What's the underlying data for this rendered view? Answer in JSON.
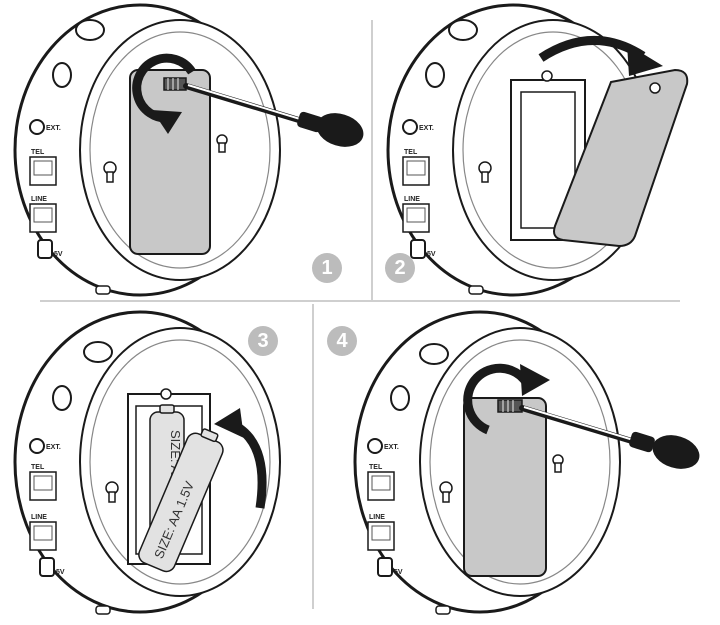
{
  "steps": [
    {
      "number": "1",
      "action": "unscrew"
    },
    {
      "number": "2",
      "action": "remove-cover"
    },
    {
      "number": "3",
      "action": "insert-battery"
    },
    {
      "number": "4",
      "action": "screw"
    }
  ],
  "device": {
    "port_ext": "EXT.",
    "port_tel": "TEL",
    "port_line": "LINE",
    "port_power": "5V"
  },
  "battery": {
    "label_main": "SIZE: AA 1.5V",
    "label_inner": "SIZE: AA"
  },
  "colors": {
    "badge": "#bcbcbc",
    "outline": "#1a1a1a",
    "cover": "#c8c8c8",
    "device_body": "#ffffff",
    "divider": "#cfcfcf"
  },
  "icons": [
    "screwdriver-icon",
    "rotate-arrow-icon",
    "curved-arrow-icon",
    "battery-icon"
  ]
}
